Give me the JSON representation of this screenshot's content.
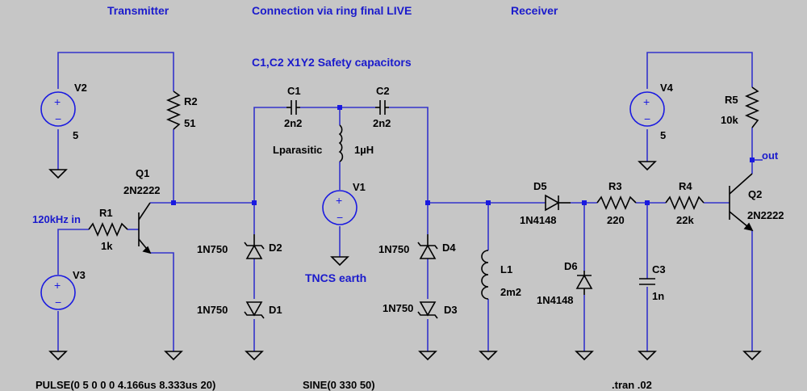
{
  "titles": {
    "transmitter": "Transmitter",
    "connection": "Connection via ring final LIVE",
    "receiver": "Receiver",
    "safety": "C1,C2 X1Y2 Safety capacitors",
    "tncs": "TNCS earth"
  },
  "nets": {
    "in_label": "120kHz in",
    "out_label": "out"
  },
  "components": {
    "V1": {
      "name": "V1"
    },
    "V2": {
      "name": "V2",
      "value": "5"
    },
    "V3": {
      "name": "V3"
    },
    "V4": {
      "name": "V4",
      "value": "5"
    },
    "R1": {
      "name": "R1",
      "value": "1k"
    },
    "R2": {
      "name": "R2",
      "value": "51"
    },
    "R3": {
      "name": "R3",
      "value": "220"
    },
    "R4": {
      "name": "R4",
      "value": "22k"
    },
    "R5": {
      "name": "R5",
      "value": "10k"
    },
    "C1": {
      "name": "C1",
      "value": "2n2"
    },
    "C2": {
      "name": "C2",
      "value": "2n2"
    },
    "C3": {
      "name": "C3",
      "value": "1n"
    },
    "L1": {
      "name": "L1",
      "value": "2m2"
    },
    "Lp": {
      "name": "Lparasitic",
      "value": "1µH"
    },
    "Q1": {
      "name": "Q1",
      "value": "2N2222"
    },
    "Q2": {
      "name": "Q2",
      "value": "2N2222"
    },
    "D1": {
      "name": "D1",
      "value": "1N750"
    },
    "D2": {
      "name": "D2",
      "value": "1N750"
    },
    "D3": {
      "name": "D3",
      "value": "1N750"
    },
    "D4": {
      "name": "D4",
      "value": "1N750"
    },
    "D5": {
      "name": "D5",
      "value": "1N4148"
    },
    "D6": {
      "name": "D6",
      "value": "1N4148"
    }
  },
  "directives": {
    "pulse": "PULSE(0 5 0 0 0 4.166us 8.333us 20)",
    "sine": "SINE(0 330 50)",
    "tran": ".tran .02"
  },
  "colors": {
    "background": "#c6c6c6",
    "wire": "#3333cc",
    "component": "#000000",
    "label": "#1a1acc"
  }
}
